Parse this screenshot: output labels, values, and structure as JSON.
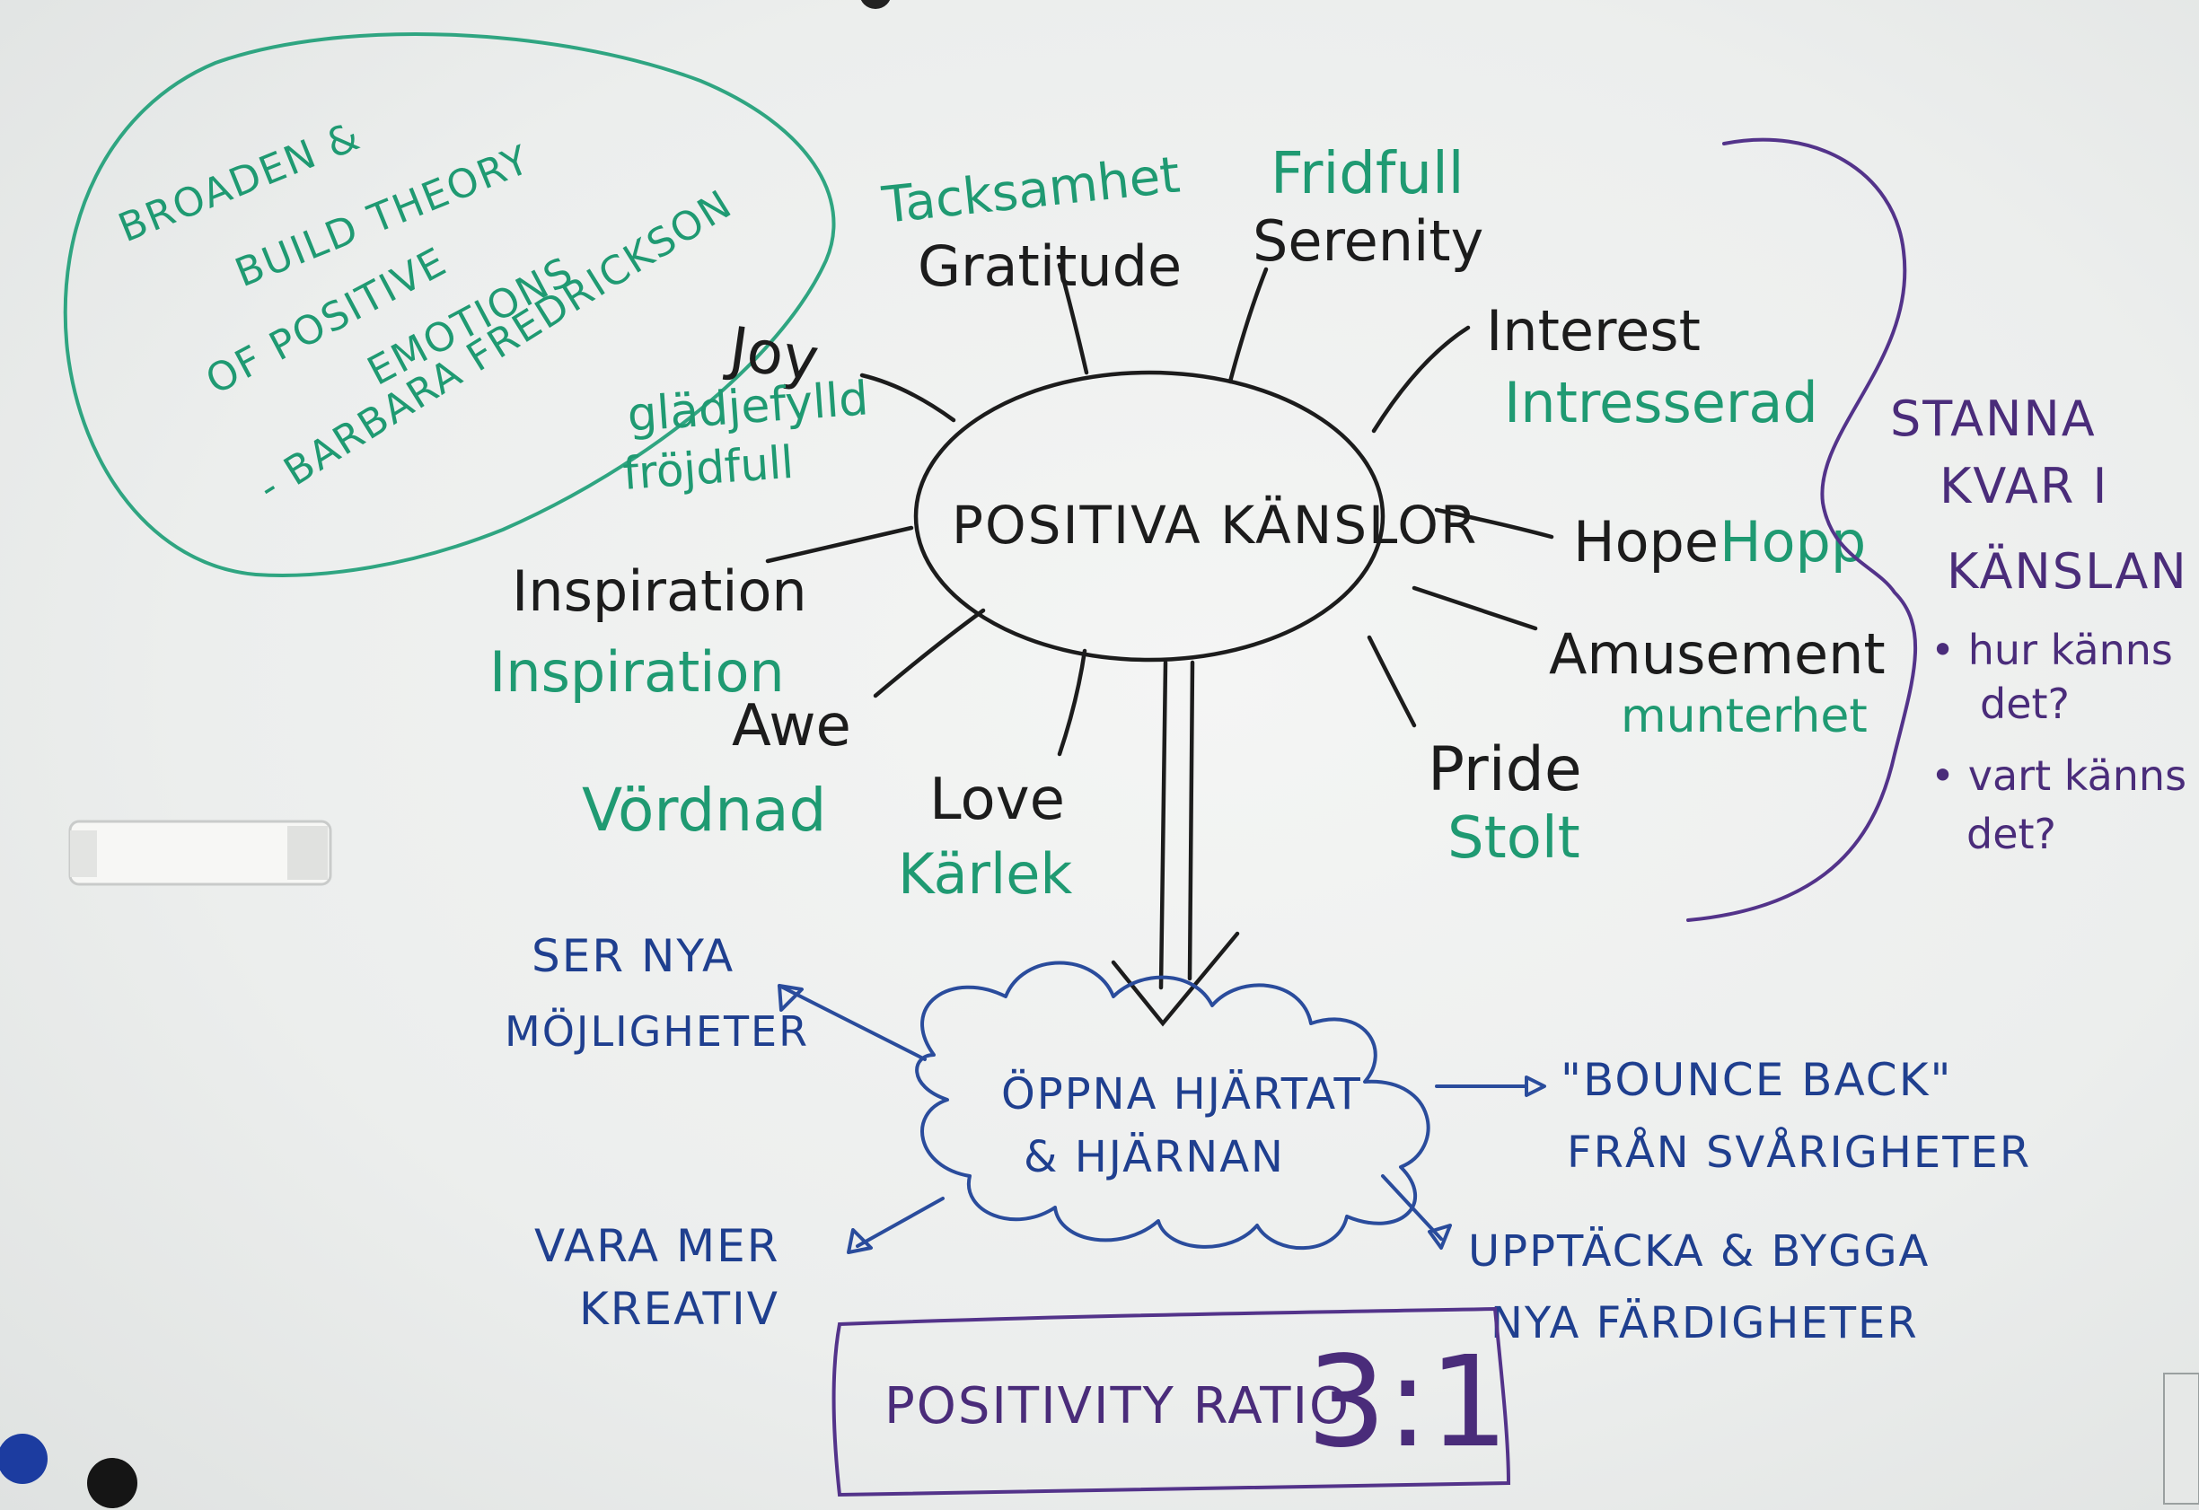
{
  "theory": {
    "lines": [
      "BROADEN &",
      "BUILD THEORY",
      "OF POSITIVE",
      "EMOTIONS",
      "- BARBARA FREDRICKSON"
    ]
  },
  "center": {
    "label": "POSITIVA KÄNSLOR"
  },
  "emotions": [
    {
      "key": "gratitude",
      "en": "Gratitude",
      "sv": "Tacksamhet"
    },
    {
      "key": "serenity",
      "en": "Serenity",
      "sv": "Fridfull"
    },
    {
      "key": "interest",
      "en": "Interest",
      "sv": "Intresserad"
    },
    {
      "key": "hope",
      "en": "Hope",
      "sv": "Hopp"
    },
    {
      "key": "amusement",
      "en": "Amusement",
      "sv": "munterhet"
    },
    {
      "key": "pride",
      "en": "Pride",
      "sv": "Stolt"
    },
    {
      "key": "love",
      "en": "Love",
      "sv": "Kärlek"
    },
    {
      "key": "awe",
      "en": "Awe",
      "sv": "Vördnad"
    },
    {
      "key": "inspiration",
      "en": "Inspiration",
      "sv": "Inspiration"
    },
    {
      "key": "joy",
      "en": "Joy",
      "sv": "glädjefylld",
      "sv2": "fröjdfull"
    }
  ],
  "stay": {
    "lines": [
      "STANNA",
      "KVAR I",
      "KÄNSLAN"
    ],
    "bullets": [
      {
        "l1": "• hur känns",
        "l2": "det?"
      },
      {
        "l1": "• vart känns",
        "l2": "det?"
      }
    ]
  },
  "cloud": {
    "line1": "ÖPPNA HJÄRTAT",
    "line2": "& HJÄRNAN"
  },
  "outcomes": {
    "see": {
      "l1": "SER NYA",
      "l2": "MÖJLIGHETER"
    },
    "creative": {
      "l1": "VARA MER",
      "l2": "KREATIV"
    },
    "bounce": {
      "l1": "\"BOUNCE BACK\"",
      "l2": "FRÅN SVÅRIGHETER"
    },
    "skills": {
      "l1": "UPPTÄCKA & BYGGA",
      "l2": "NYA FÄRDIGHETER"
    }
  },
  "ratio": {
    "label": "POSITIVITY RATIO",
    "value": "3:1"
  },
  "colors": {
    "black_marker": "#1c1c1c",
    "green_marker": "#1f9a72",
    "blue_marker": "#1f3f8f",
    "purple_marker": "#4a2c7a"
  }
}
